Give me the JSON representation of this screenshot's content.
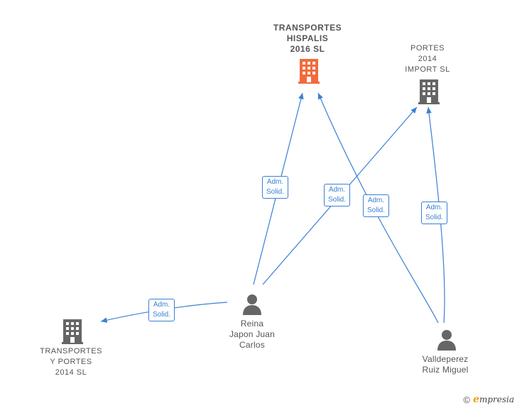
{
  "colors": {
    "edge": "#3a7fd5",
    "company_highlight": "#f26b3a",
    "company": "#666666",
    "person": "#666666"
  },
  "nodes": {
    "transportes_hispalis": {
      "label": "TRANSPORTES\nHISPALIS\n2016  SL",
      "icon": "building-icon"
    },
    "portes_2014": {
      "label": "PORTES\n2014\nIMPORT  SL",
      "icon": "building-icon"
    },
    "transportes_y_portes": {
      "label": "TRANSPORTES\nY PORTES\n2014  SL",
      "icon": "building-icon"
    },
    "reina": {
      "label": "Reina\nJapon Juan\nCarlos",
      "icon": "person-icon"
    },
    "valldeperez": {
      "label": "Valldeperez\nRuiz Miguel",
      "icon": "person-icon"
    }
  },
  "edges": [
    {
      "from": "reina",
      "to": "transportes_hispalis",
      "label": "Adm.\nSolid."
    },
    {
      "from": "reina",
      "to": "portes_2014",
      "label": "Adm.\nSolid."
    },
    {
      "from": "valldeperez",
      "to": "transportes_hispalis",
      "label": "Adm.\nSolid."
    },
    {
      "from": "valldeperez",
      "to": "portes_2014",
      "label": "Adm.\nSolid."
    },
    {
      "from": "reina",
      "to": "transportes_y_portes",
      "label": "Adm.\nSolid."
    }
  ],
  "brand": {
    "copyright": "©",
    "e": "e",
    "name": "mpresia"
  }
}
